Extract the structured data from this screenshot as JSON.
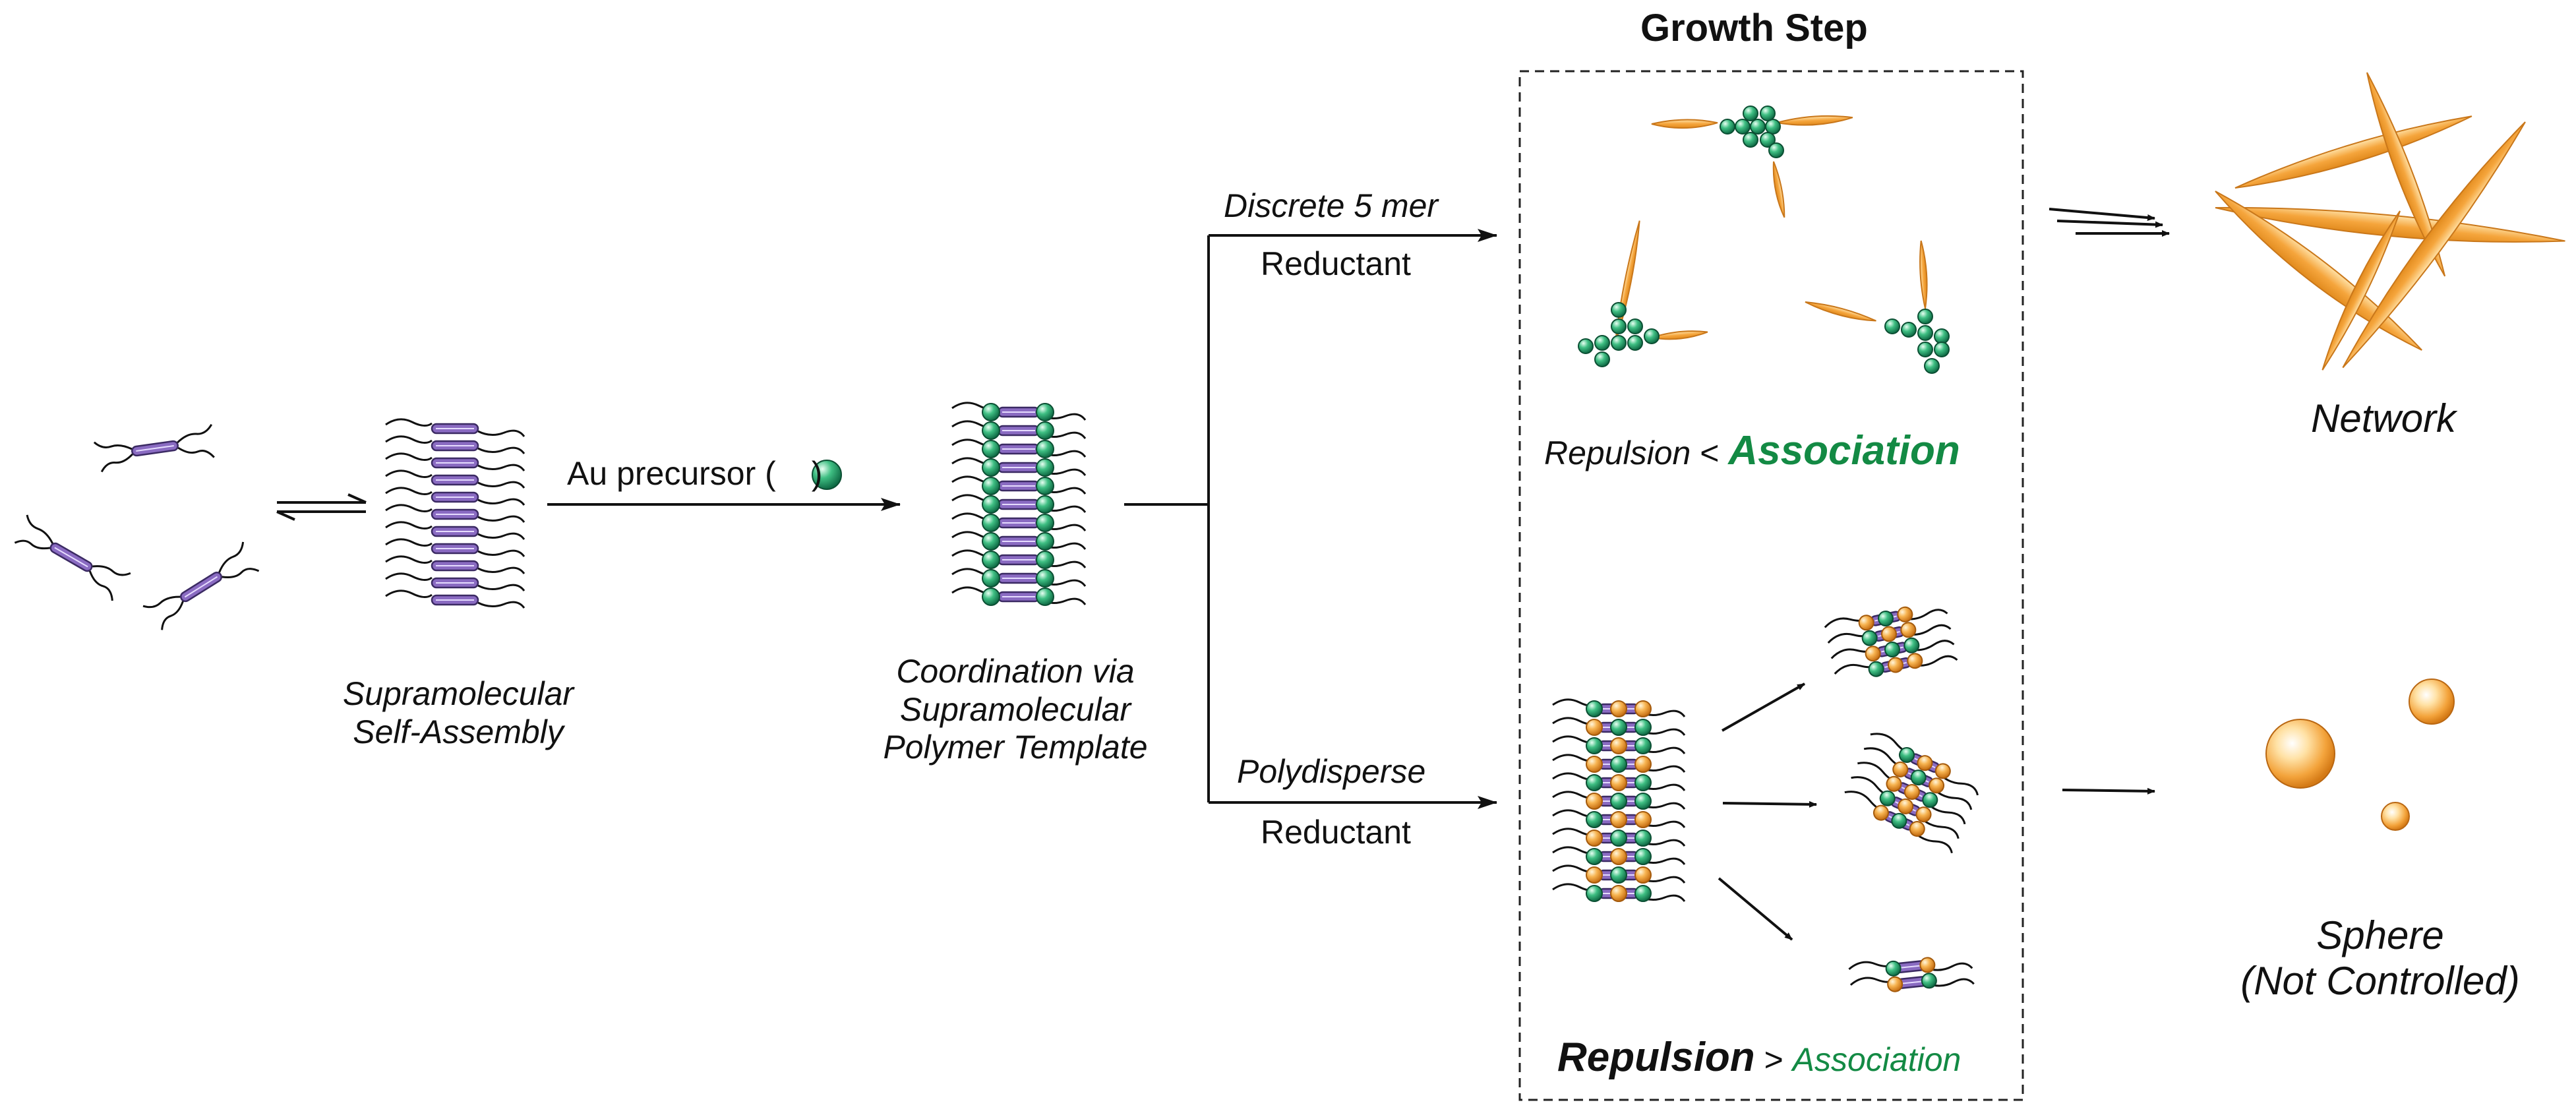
{
  "panel_title": "Growth Step",
  "monomers_caption": "",
  "assembly_caption": [
    "Supramolecular",
    "Self-Assembly"
  ],
  "precursor_arrow": {
    "label": "Au precursor (",
    "label_end": ")"
  },
  "template_caption": [
    "Coordination via",
    "Supramolecular",
    "Polymer Template"
  ],
  "upper_branch": {
    "top_label": "Discrete 5 mer",
    "bottom_label": "Reductant"
  },
  "lower_branch": {
    "top_label": "Polydisperse",
    "bottom_label": "Reductant"
  },
  "upper_condition": {
    "left": "Repulsion",
    "op": " < ",
    "right": "Association"
  },
  "lower_condition": {
    "left": "Repulsion",
    "op": " > ",
    "right": "Association"
  },
  "network_label": "Network",
  "sphere_label": [
    "Sphere",
    "(Not Controlled)"
  ],
  "colors": {
    "purple": "#8a6bc2",
    "green": "#2fae73",
    "gold": "#f2a33a",
    "gold_light": "#ffd48a",
    "text_green": "#138a44"
  }
}
